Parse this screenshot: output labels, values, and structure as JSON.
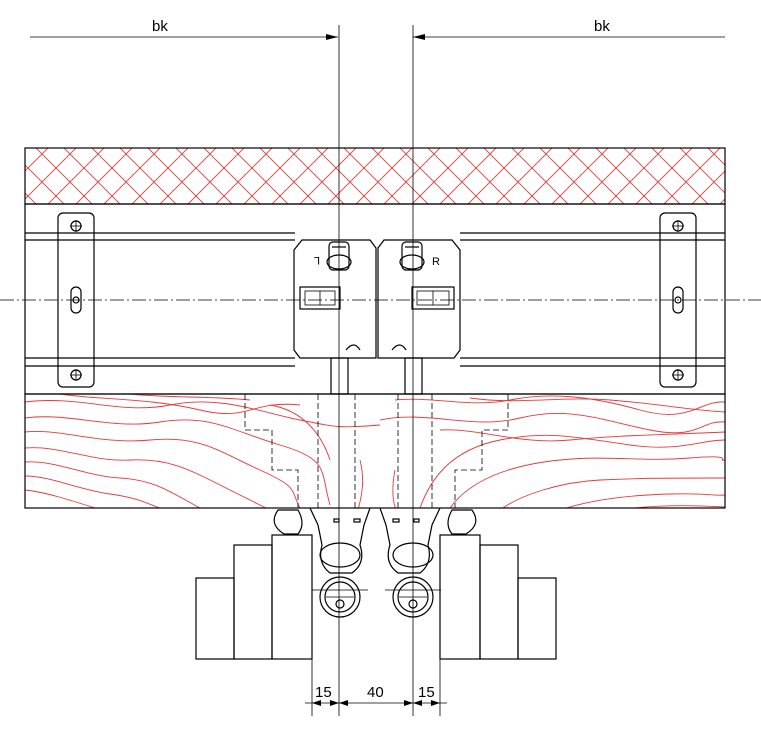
{
  "dimensions": {
    "bk_left": "bk",
    "bk_right": "bk",
    "gap_left": "15",
    "center_gap": "40",
    "gap_right": "15"
  },
  "colors": {
    "hatch": "#e53a3a",
    "line": "#000000"
  }
}
